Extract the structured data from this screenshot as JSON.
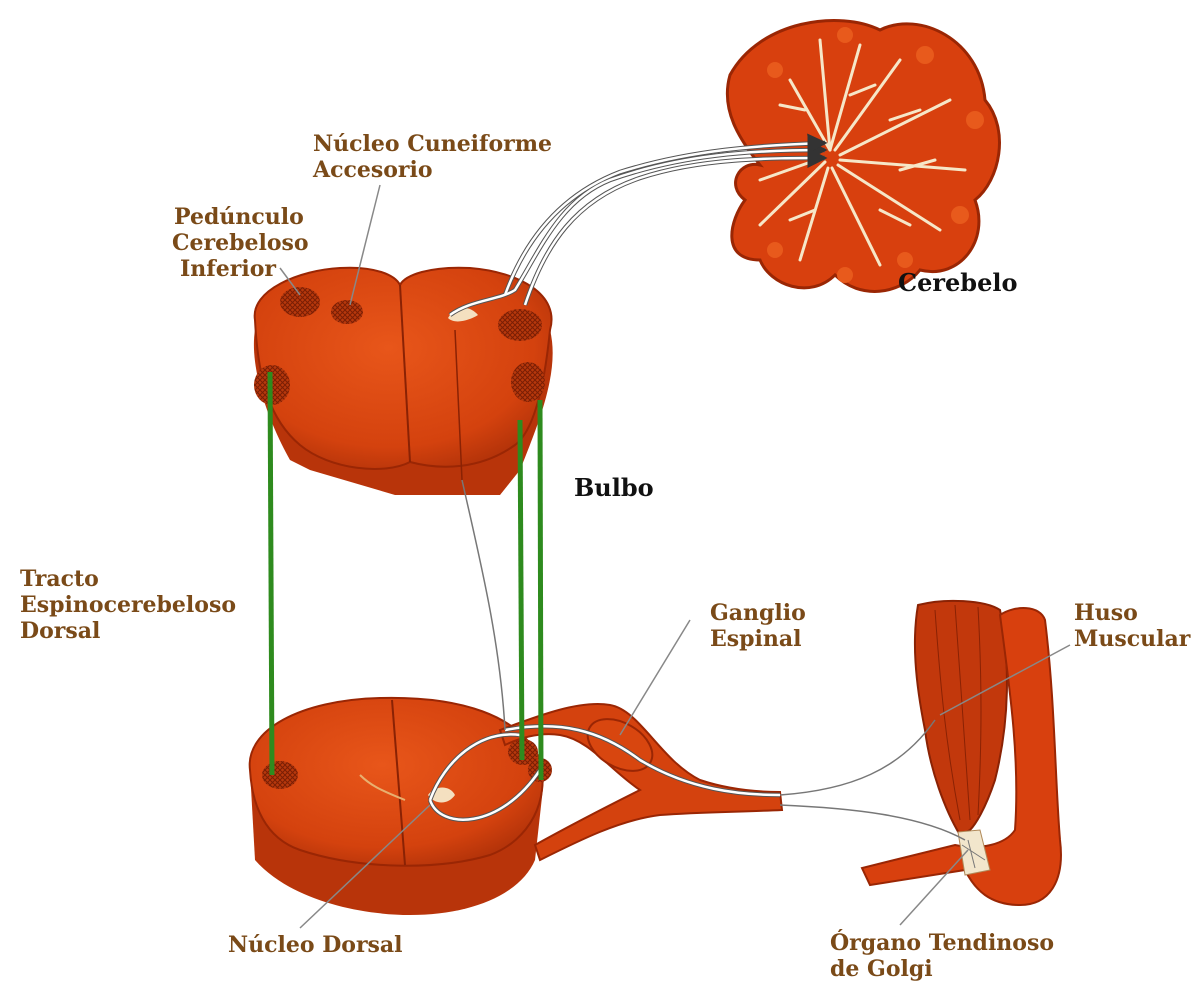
{
  "labels": {
    "cuneiform": [
      "Núcleo Cuneiforme",
      "Accesorio"
    ],
    "peduncle": [
      "Pedúnculo",
      "Cerebeloso",
      "Inferior"
    ],
    "cerebellum": "Cerebelo",
    "medulla": "Bulbo",
    "tract": [
      "Tracto",
      "Espinocerebeloso",
      "Dorsal"
    ],
    "ganglion": [
      "Ganglio",
      "Espinal"
    ],
    "spindle": [
      "Huso",
      "Muscular"
    ],
    "dorsal_nucleus": "Núcleo Dorsal",
    "golgi": [
      "Órgano Tendinoso",
      "de Golgi"
    ]
  },
  "colors": {
    "tissue": "#d8400e",
    "tissue_dark": "#a82a06",
    "tract": "#2e8b1e",
    "label": "#7a4a18"
  }
}
